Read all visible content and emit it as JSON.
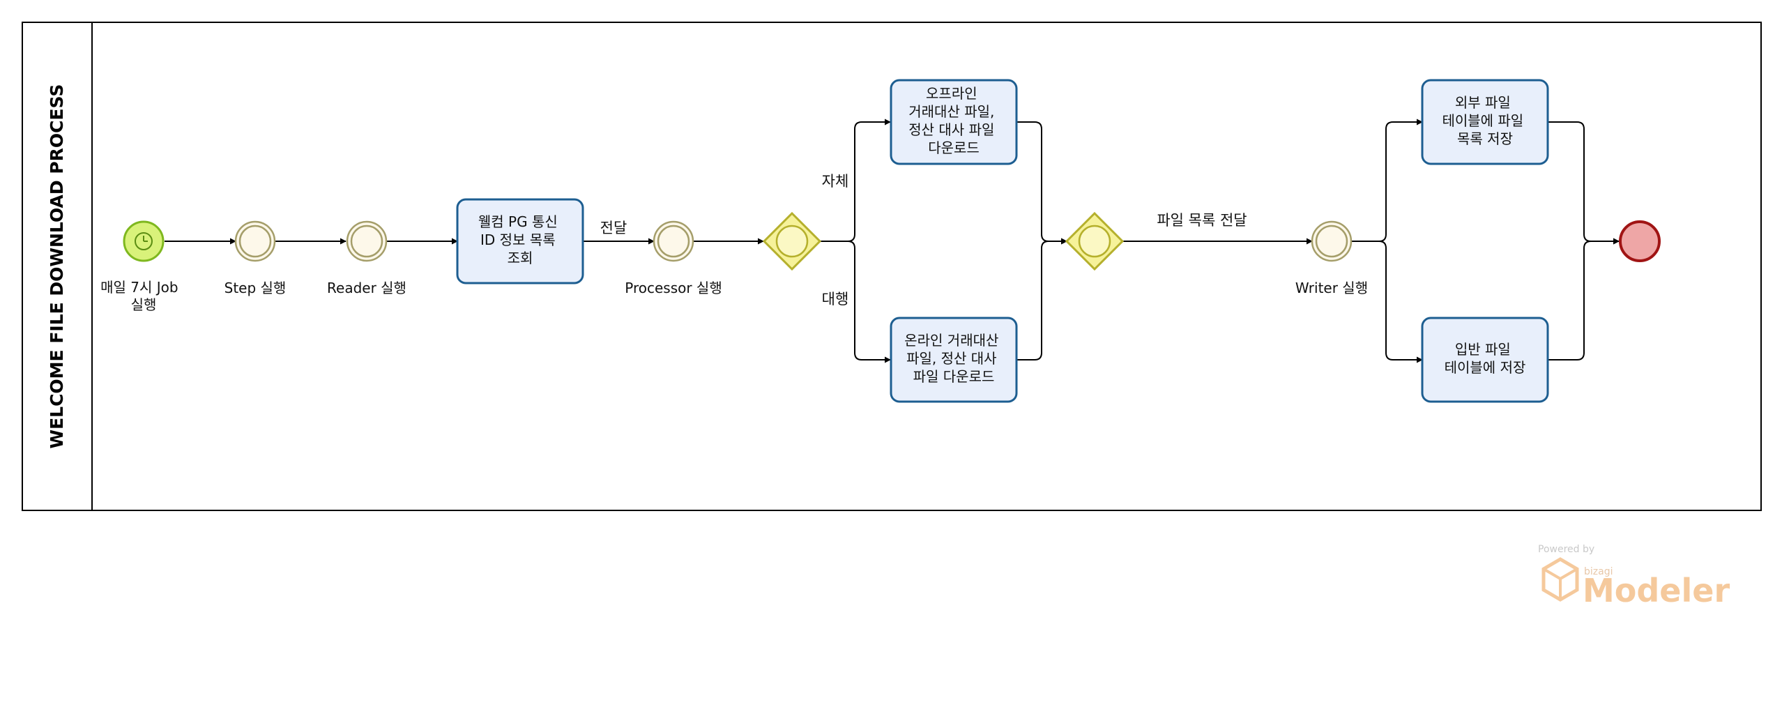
{
  "pool": {
    "title": "WELCOME FILE DOWNLOAD PROCESS"
  },
  "nodes": {
    "start": {
      "label_lines": [
        "매일 7시 Job",
        "실행"
      ],
      "icon": "clock-icon"
    },
    "step": {
      "label_lines": [
        "Step 실행"
      ]
    },
    "reader": {
      "label_lines": [
        "Reader 실행"
      ]
    },
    "task_query": {
      "label_lines": [
        "웰컴 PG 통신",
        "ID 정보 목록",
        "조회"
      ]
    },
    "processor": {
      "label_lines": [
        "Processor 실행"
      ]
    },
    "task_offline": {
      "label_lines": [
        "오프라인",
        "거래대산 파일,",
        "정산 대사 파일",
        "다운로드"
      ]
    },
    "task_online": {
      "label_lines": [
        "온라인 거래대산",
        "파일, 정산 대사",
        "파일 다운로드"
      ]
    },
    "writer": {
      "label_lines": [
        "Writer 실행"
      ]
    },
    "task_external": {
      "label_lines": [
        "외부 파일",
        "테이블에 파일",
        "목록 저장"
      ]
    },
    "task_general": {
      "label_lines": [
        "입반 파일",
        "테이블에 저장"
      ]
    }
  },
  "flows": {
    "deliver": "전달",
    "self": "자체",
    "agency": "대행",
    "file_list_deliver": "파일 목록 전달"
  },
  "watermark": {
    "powered_by": "Powered by",
    "brand": "bizagi",
    "product": "Modeler"
  },
  "colors": {
    "start_fill": "#d9f27a",
    "start_stroke": "#7fb81f",
    "intermediate_fill": "#fdf8ea",
    "intermediate_stroke": "#a59e6a",
    "gateway_fill": "#f6f29a",
    "gateway_stroke": "#b5b02c",
    "task_fill": "#e8effb",
    "task_stroke": "#1d5e91",
    "end_fill": "#eea6a6",
    "end_stroke": "#a01414",
    "watermark_orange": "#f5c99c"
  }
}
